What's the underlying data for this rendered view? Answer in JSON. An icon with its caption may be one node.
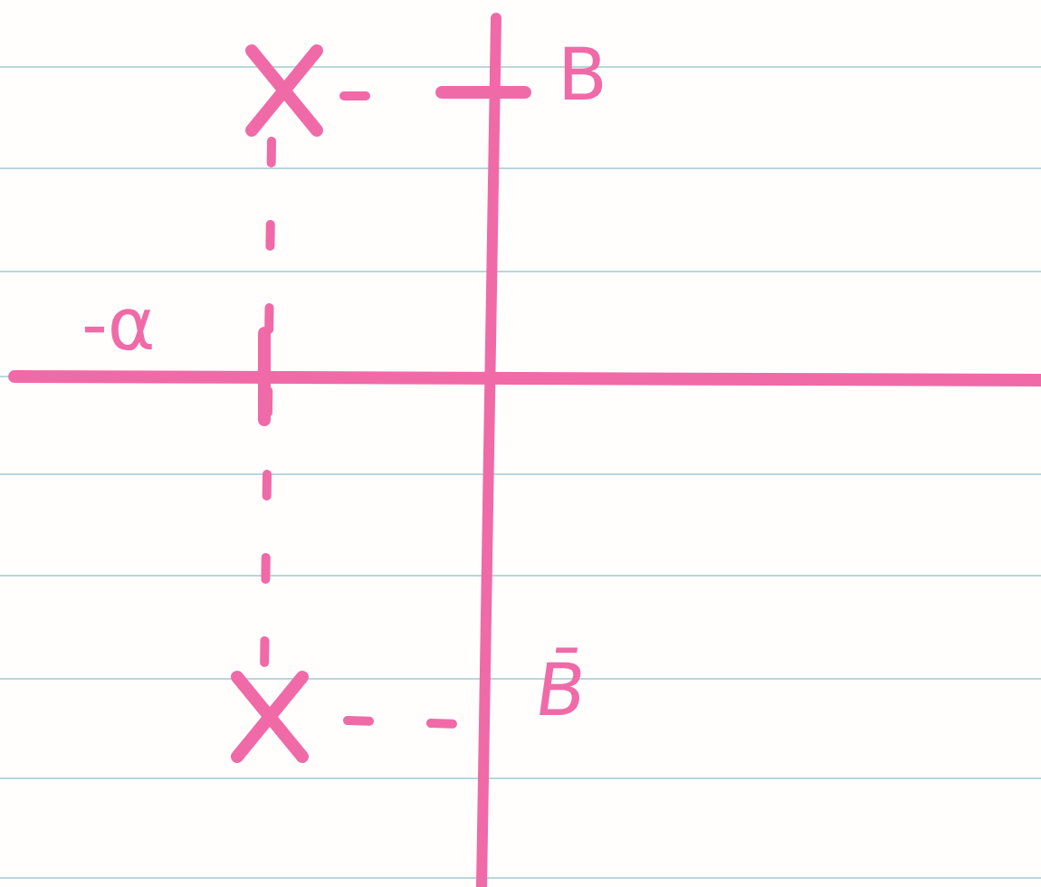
{
  "diagram": {
    "labels": [
      "B",
      "-α",
      "B̄"
    ]
  }
}
